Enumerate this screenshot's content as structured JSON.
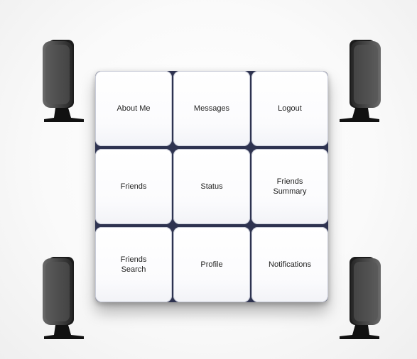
{
  "menu": {
    "tiles": [
      {
        "label": "About Me"
      },
      {
        "label": "Messages"
      },
      {
        "label": "Logout"
      },
      {
        "label": "Friends"
      },
      {
        "label": "Status"
      },
      {
        "label": "Friends\nSummary"
      },
      {
        "label": "Friends\nSearch"
      },
      {
        "label": "Profile"
      },
      {
        "label": "Notifications"
      }
    ]
  },
  "decor": {
    "speakers": [
      "speaker-top-left",
      "speaker-top-right",
      "speaker-bottom-left",
      "speaker-bottom-right"
    ]
  },
  "colors": {
    "grid_border": "#2e3350",
    "tile_face": "#ffffff",
    "speaker_body": "#3a3a3a"
  }
}
